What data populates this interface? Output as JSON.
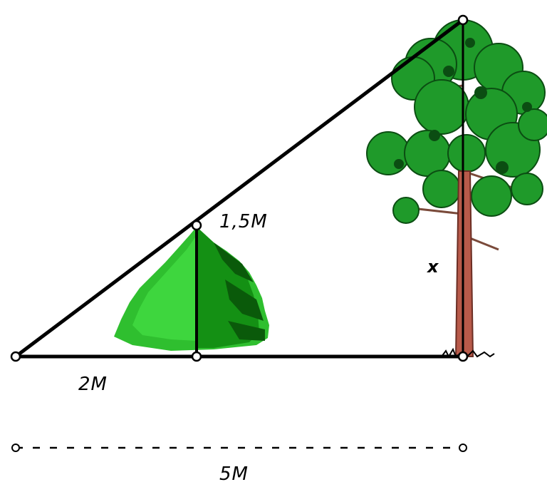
{
  "labels": {
    "small_height": "1,5M",
    "unknown_height": "x",
    "short_base": "2M",
    "long_base": "5M"
  },
  "colors": {
    "line": "#000000",
    "bush_light": "#33cc33",
    "bush_dark": "#118811",
    "tree_leaf": "#1f9a2a",
    "tree_leaf_dark": "#0b4d12",
    "trunk": "#b85a4a"
  }
}
